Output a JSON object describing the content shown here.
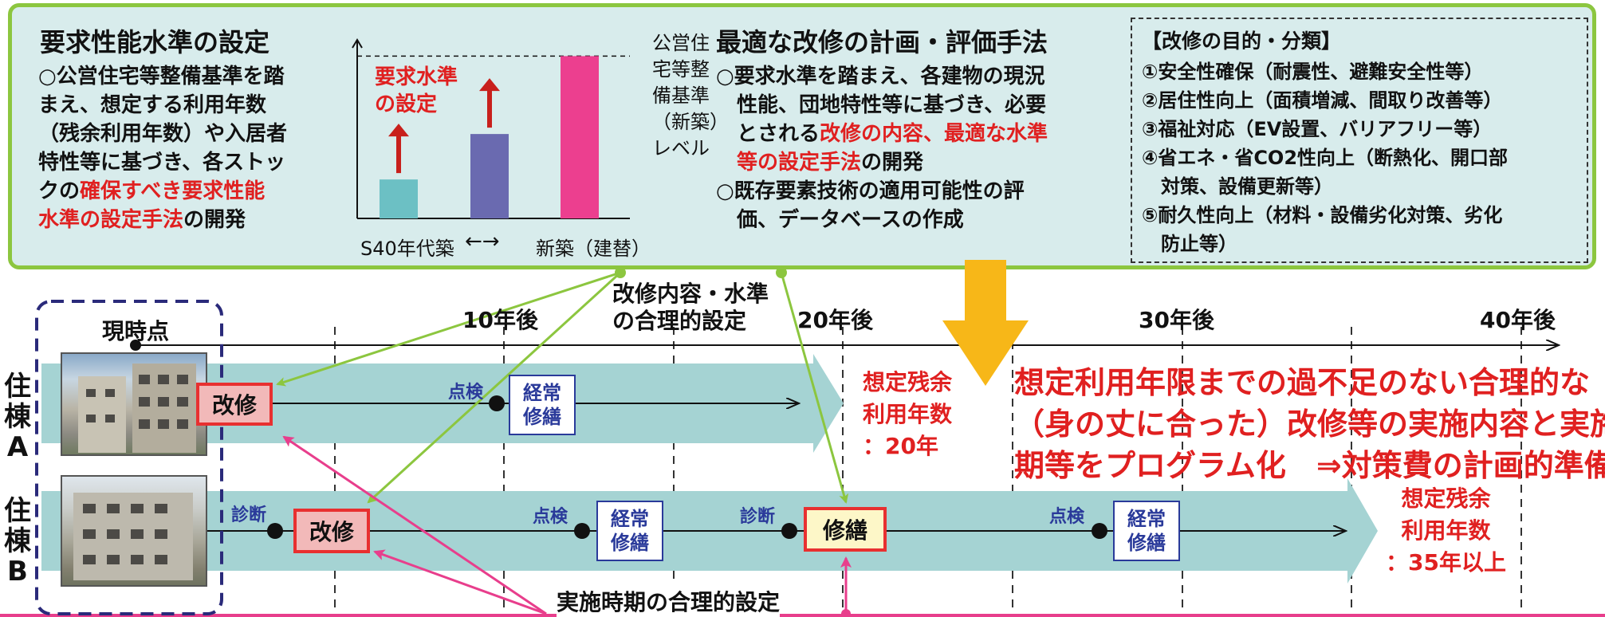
{
  "panel1": {
    "title": "要求性能水準の設定",
    "body_lines": [
      {
        "parts": [
          {
            "t": "○公営住宅等整備基準を踏",
            "red": false
          }
        ]
      },
      {
        "parts": [
          {
            "t": "まえ、想定する利用年数",
            "red": false
          }
        ]
      },
      {
        "parts": [
          {
            "t": "（残余利用年数）や入居者",
            "red": false
          }
        ]
      },
      {
        "parts": [
          {
            "t": "特性等に基づき、各ストッ",
            "red": false
          }
        ]
      },
      {
        "parts": [
          {
            "t": "クの",
            "red": false
          },
          {
            "t": "確保すべき要求性能",
            "red": true
          }
        ]
      },
      {
        "parts": [
          {
            "t": "水準の設定手法",
            "red": true
          },
          {
            "t": "の開発",
            "red": false
          }
        ]
      }
    ]
  },
  "mini_chart": {
    "annotation": "要求水準\nの設定",
    "standard_label": "公営住\n宅等整\n備基準\n（新築）\nレベル",
    "left_label": "S40年代築",
    "arrow": "←→",
    "right_label": "新築（建替）",
    "colors": {
      "bar1": "#6cc0c4",
      "bar2": "#6a6ab0",
      "bar3": "#ec3f8f",
      "arrow": "#c8201c"
    }
  },
  "chart_data": {
    "type": "bar",
    "categories": [],
    "values": [
      0.24,
      0.52,
      1.0
    ],
    "title": "",
    "xlabel": "S40年代築 ←→ 新築（建替）",
    "ylabel": "",
    "ylim": [
      0,
      1.1
    ]
  },
  "panel2": {
    "title": "最適な改修の計画・評価手法",
    "body_lines": [
      {
        "parts": [
          {
            "t": "○要求水準を踏まえ、各建物の現況",
            "red": false
          }
        ]
      },
      {
        "parts": [
          {
            "t": "　性能、団地特性等に基づき、必要",
            "red": false
          }
        ]
      },
      {
        "parts": [
          {
            "t": "　とされる",
            "red": false
          },
          {
            "t": "改修の内容、最適な水準",
            "red": true
          }
        ]
      },
      {
        "parts": [
          {
            "t": "　等の設定手法",
            "red": true
          },
          {
            "t": "の開発",
            "red": false
          }
        ]
      },
      {
        "parts": [
          {
            "t": "○既存要素技術の適用可能性の評",
            "red": false
          }
        ]
      },
      {
        "parts": [
          {
            "t": "　価、データベースの作成",
            "red": false
          }
        ]
      }
    ]
  },
  "purpose": {
    "title": "【改修の目的・分類】",
    "items": [
      "①安全性確保（耐震性、避難安全性等）",
      "②居住性向上（面積増減、間取り改善等）",
      "③福祉対応（EV設置、バリアフリー等）",
      "④省エネ・省CO2性向上（断熱化、開口部",
      "　対策、設備更新等）",
      "⑤耐久性向上（材料・設備劣化対策、劣化",
      "　防止等）"
    ]
  },
  "timeline": {
    "now": "現時点",
    "ticks": [
      "10年後",
      "20年後",
      "30年後",
      "40年後"
    ],
    "content_setting": "改修内容・水準\nの合理的設定",
    "timing_setting": "実施時期の合理的設定"
  },
  "building_a": {
    "label": "住\n棟\nA",
    "renovation": "改修",
    "inspect": "点検",
    "repair": "経常\n修繕",
    "remaining": "想定残余\n利用年数\n：20年"
  },
  "building_b": {
    "label": "住\n棟\nB",
    "diagnosis1": "診断",
    "renovation": "改修",
    "inspect1": "点検",
    "repair1": "経常\n修繕",
    "diagnosis2": "診断",
    "fix": "修繕",
    "inspect2": "点検",
    "repair2": "経常\n修繕",
    "remaining": "想定残余\n利用年数\n：35年以上"
  },
  "program": "想定利用年限までの過不足のない合理的な\n（身の丈に合った）改修等の実施内容と実施時\n期等をプログラム化　⇒対策費の計画的準備"
}
